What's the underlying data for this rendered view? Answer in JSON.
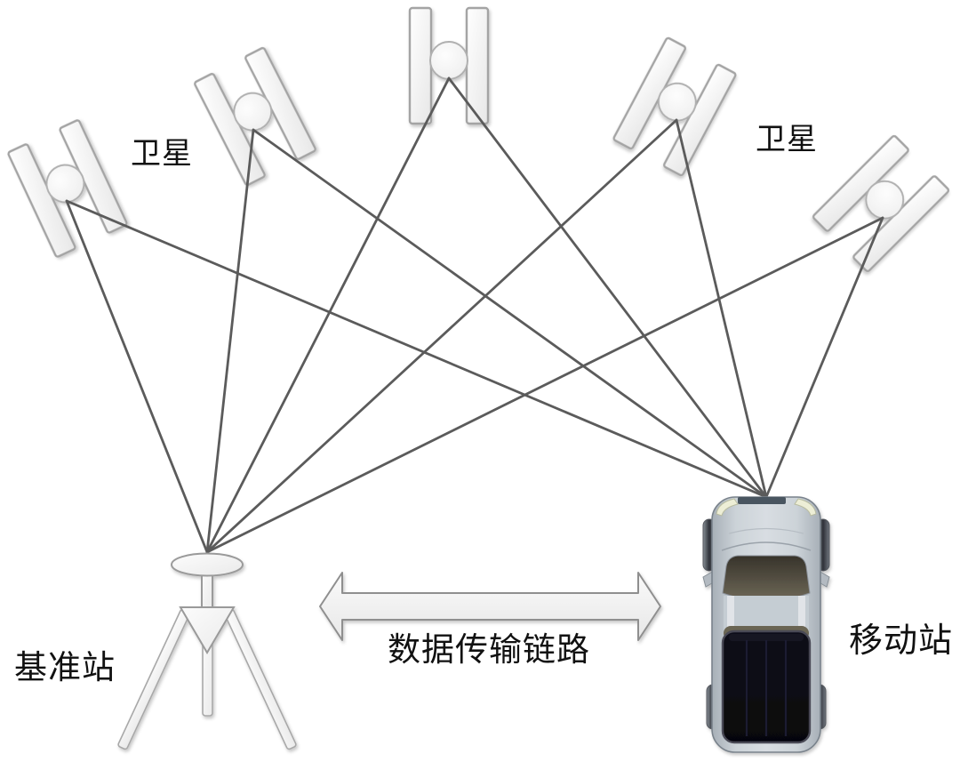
{
  "diagram": {
    "labels": {
      "satellite_left": "卫星",
      "satellite_right": "卫星",
      "base_station": "基准站",
      "data_link": "数据传输链路",
      "mobile_station": "移动站"
    },
    "satellite_count": 5,
    "connections": {
      "from_each_satellite_to": [
        "base_station",
        "mobile_station"
      ],
      "base_to_mobile": "bidirectional-arrow"
    },
    "icons": {
      "satellite": "satellite-icon",
      "base_station": "surveying-tripod-icon",
      "mobile_station": "car-top-view-icon",
      "data_link": "double-headed-arrow-icon"
    },
    "colors": {
      "background": "#ffffff",
      "text": "#111111",
      "link_line": "#5b5b5b",
      "panel_border": "#a4a4a4",
      "panel_fill": "#f7f7f7",
      "arrow_fill": "#f3f3f3",
      "arrow_border": "#8f8f8f",
      "car_body": "#ccd3d8",
      "car_windshield": "#3c382e",
      "truck_bed": "#0a0a12",
      "headlight": "#edeed6"
    }
  }
}
